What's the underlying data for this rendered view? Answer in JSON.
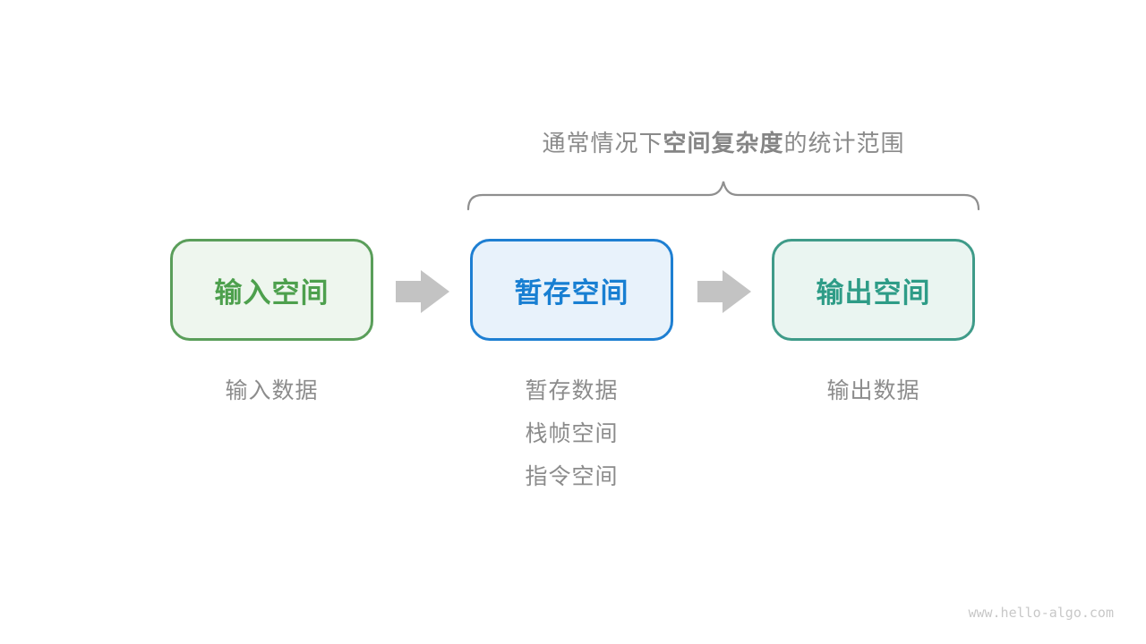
{
  "title": {
    "prefix": "通常情况下",
    "bold": "空间复杂度",
    "suffix": "的统计范围"
  },
  "boxes": [
    {
      "name": "input-space",
      "label": "输入空间",
      "border_color": "#5a9e5a",
      "background": "#eef6ee",
      "text_color": "#4da04d"
    },
    {
      "name": "temp-space",
      "label": "暂存空间",
      "border_color": "#1e7fd2",
      "background": "#e8f2fb",
      "text_color": "#187fd2"
    },
    {
      "name": "output-space",
      "label": "输出空间",
      "border_color": "#3f9b89",
      "background": "#eaf5f1",
      "text_color": "#2e9c87"
    }
  ],
  "annotations": {
    "input": [
      "输入数据"
    ],
    "temp": [
      "暂存数据",
      "栈帧空间",
      "指令空间"
    ],
    "output": [
      "输出数据"
    ]
  },
  "watermark": "www.hello-algo.com",
  "colors": {
    "title_text": "#8a8a8a",
    "annotation_text": "#8c8c8c",
    "arrow": "#c3c3c3",
    "brace": "#8f8f8f",
    "watermark": "#c8c8c8",
    "background": "#ffffff"
  }
}
